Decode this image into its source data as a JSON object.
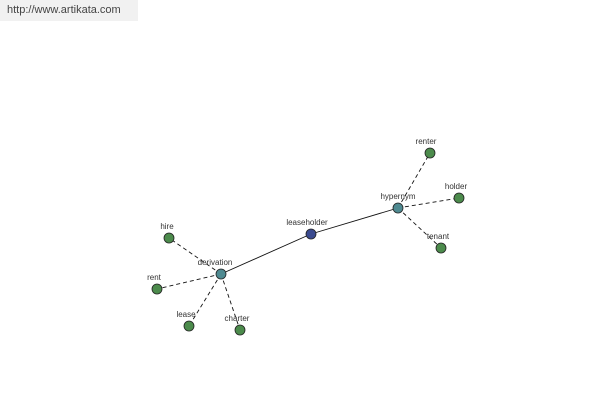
{
  "header": {
    "url": "http://www.artikata.com"
  },
  "graph": {
    "colors": {
      "center": "#3a4a8f",
      "relation": "#4f8a91",
      "leaf": "#4c8b4c",
      "stroke": "#222222",
      "edge": "#111111"
    },
    "nodes": [
      {
        "id": "leaseholder",
        "label": "leaseholder",
        "kind": "center"
      },
      {
        "id": "hypernym",
        "label": "hypernym",
        "kind": "relation"
      },
      {
        "id": "derivation",
        "label": "derivation",
        "kind": "relation"
      },
      {
        "id": "renter",
        "label": "renter",
        "kind": "leaf"
      },
      {
        "id": "holder",
        "label": "holder",
        "kind": "leaf"
      },
      {
        "id": "tenant",
        "label": "tenant",
        "kind": "leaf"
      },
      {
        "id": "hire",
        "label": "hire",
        "kind": "leaf"
      },
      {
        "id": "rent",
        "label": "rent",
        "kind": "leaf"
      },
      {
        "id": "lease",
        "label": "lease",
        "kind": "leaf"
      },
      {
        "id": "charter",
        "label": "charter",
        "kind": "leaf"
      }
    ],
    "edges": [
      {
        "from": "leaseholder",
        "to": "hypernym",
        "style": "solid"
      },
      {
        "from": "leaseholder",
        "to": "derivation",
        "style": "solid"
      },
      {
        "from": "hypernym",
        "to": "renter",
        "style": "dashed"
      },
      {
        "from": "hypernym",
        "to": "holder",
        "style": "dashed"
      },
      {
        "from": "hypernym",
        "to": "tenant",
        "style": "dashed"
      },
      {
        "from": "derivation",
        "to": "hire",
        "style": "dashed"
      },
      {
        "from": "derivation",
        "to": "rent",
        "style": "dashed"
      },
      {
        "from": "derivation",
        "to": "lease",
        "style": "dashed"
      },
      {
        "from": "derivation",
        "to": "charter",
        "style": "dashed"
      }
    ]
  }
}
